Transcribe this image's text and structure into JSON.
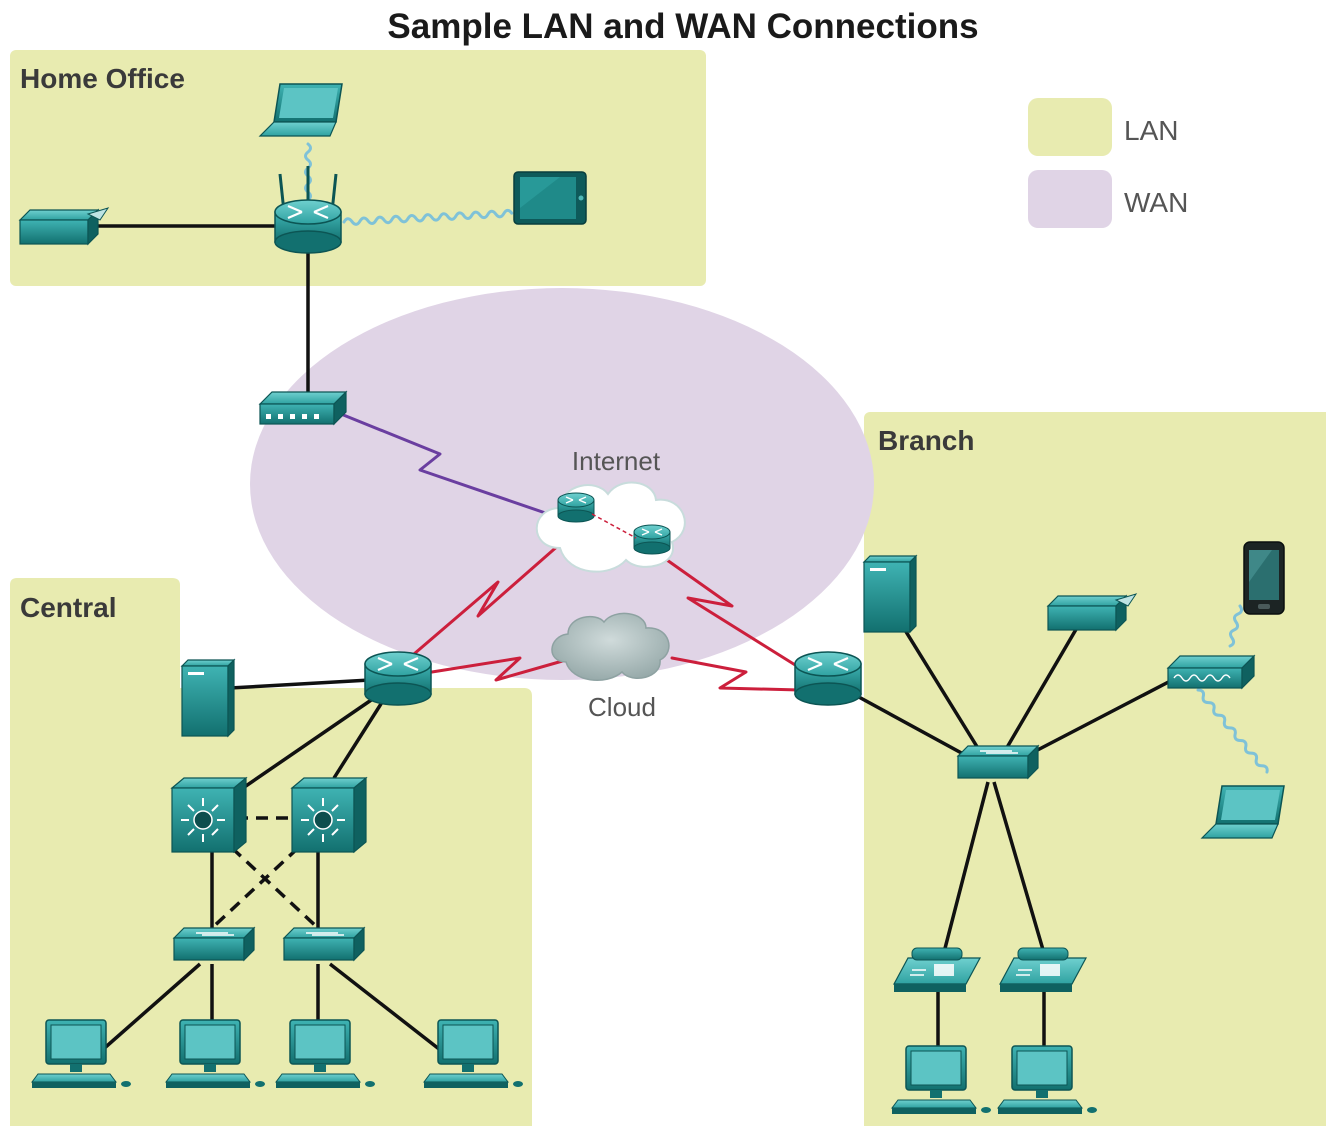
{
  "title": "Sample LAN and WAN Connections",
  "zones": {
    "home_office": "Home Office",
    "branch": "Branch",
    "central": "Central"
  },
  "clouds": {
    "internet": "Internet",
    "cloud": "Cloud"
  },
  "legend": {
    "lan": "LAN",
    "wan": "WAN"
  },
  "colors": {
    "lan_fill": "#e8ebb0",
    "wan_fill": "#e0d4e6",
    "device_teal": "#1e8c8c",
    "device_dark": "#0f5f60",
    "lan_cable": "#111111",
    "wan_serial": "#cc1f3c",
    "dsl_link": "#6a3ea0",
    "wireless": "#7fc2d8"
  },
  "icons": [
    "router-icon",
    "wireless-router-icon",
    "switch-icon",
    "multilayer-switch-icon",
    "server-icon",
    "pc-icon",
    "laptop-icon",
    "printer-icon",
    "tablet-icon",
    "smartphone-icon",
    "ip-phone-icon",
    "modem-icon",
    "access-point-icon",
    "cloud-icon"
  ]
}
